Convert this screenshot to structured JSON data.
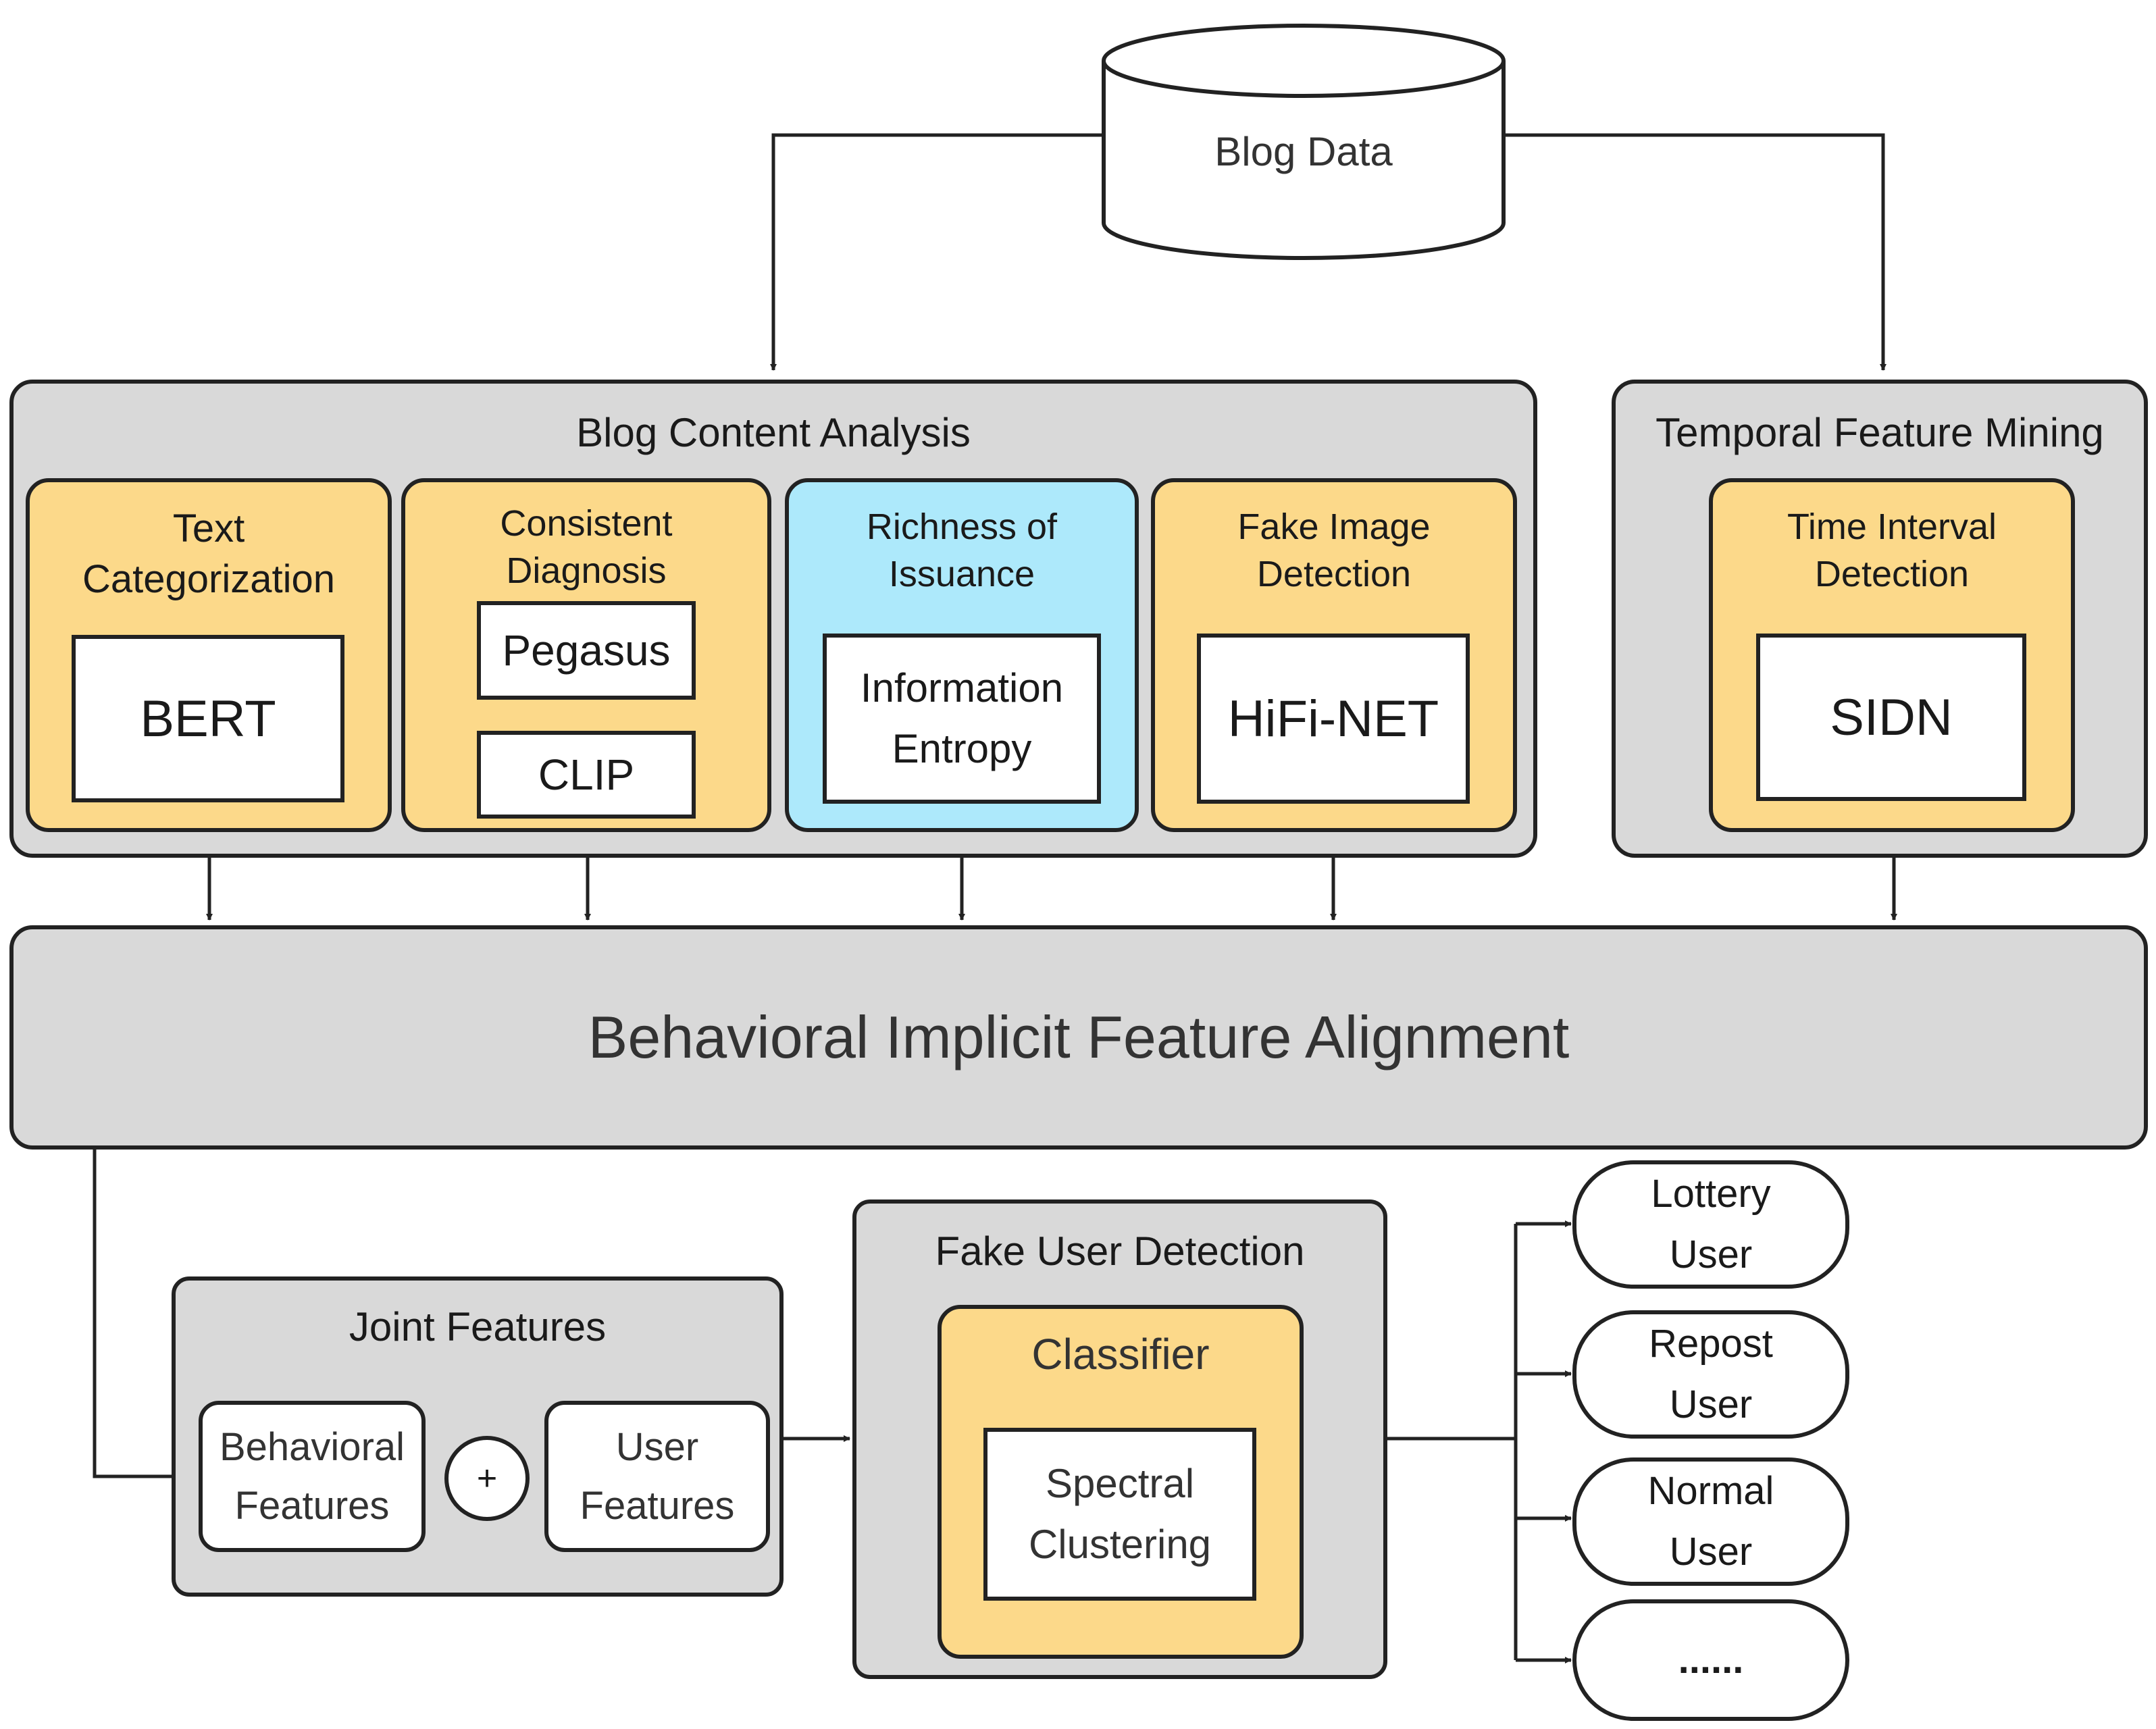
{
  "colors": {
    "panel": "#d9d9d9",
    "card_yellow": "#fcd98a",
    "card_blue": "#ade9fb",
    "border": "#222222",
    "box_white": "#ffffff"
  },
  "source": {
    "label": "Blog Data"
  },
  "content_panel": {
    "title": "Blog Content Analysis",
    "modules": [
      {
        "title": "Text\nCategorization",
        "model": "BERT"
      },
      {
        "title": "Consistent\nDiagnosis",
        "model_top": "Pegasus",
        "model_bottom": "CLIP"
      },
      {
        "title": "Richness of\nIssuance",
        "model": "Information\nEntropy"
      },
      {
        "title": "Fake Image\nDetection",
        "model": "HiFi-NET"
      }
    ]
  },
  "temporal_panel": {
    "title": "Temporal Feature Mining",
    "module": {
      "title": "Time Interval\nDetection",
      "model": "SIDN"
    }
  },
  "alignment": {
    "label": "Behavioral Implicit Feature Alignment"
  },
  "joint_panel": {
    "title": "Joint Features",
    "left": "Behavioral\nFeatures",
    "operator": "+",
    "right": "User\nFeatures"
  },
  "detection_panel": {
    "title": "Fake User Detection",
    "classifier": "Classifier",
    "method": "Spectral\nClustering"
  },
  "outputs": [
    "Lottery\nUser",
    "Repost\nUser",
    "Normal\nUser",
    "......"
  ]
}
